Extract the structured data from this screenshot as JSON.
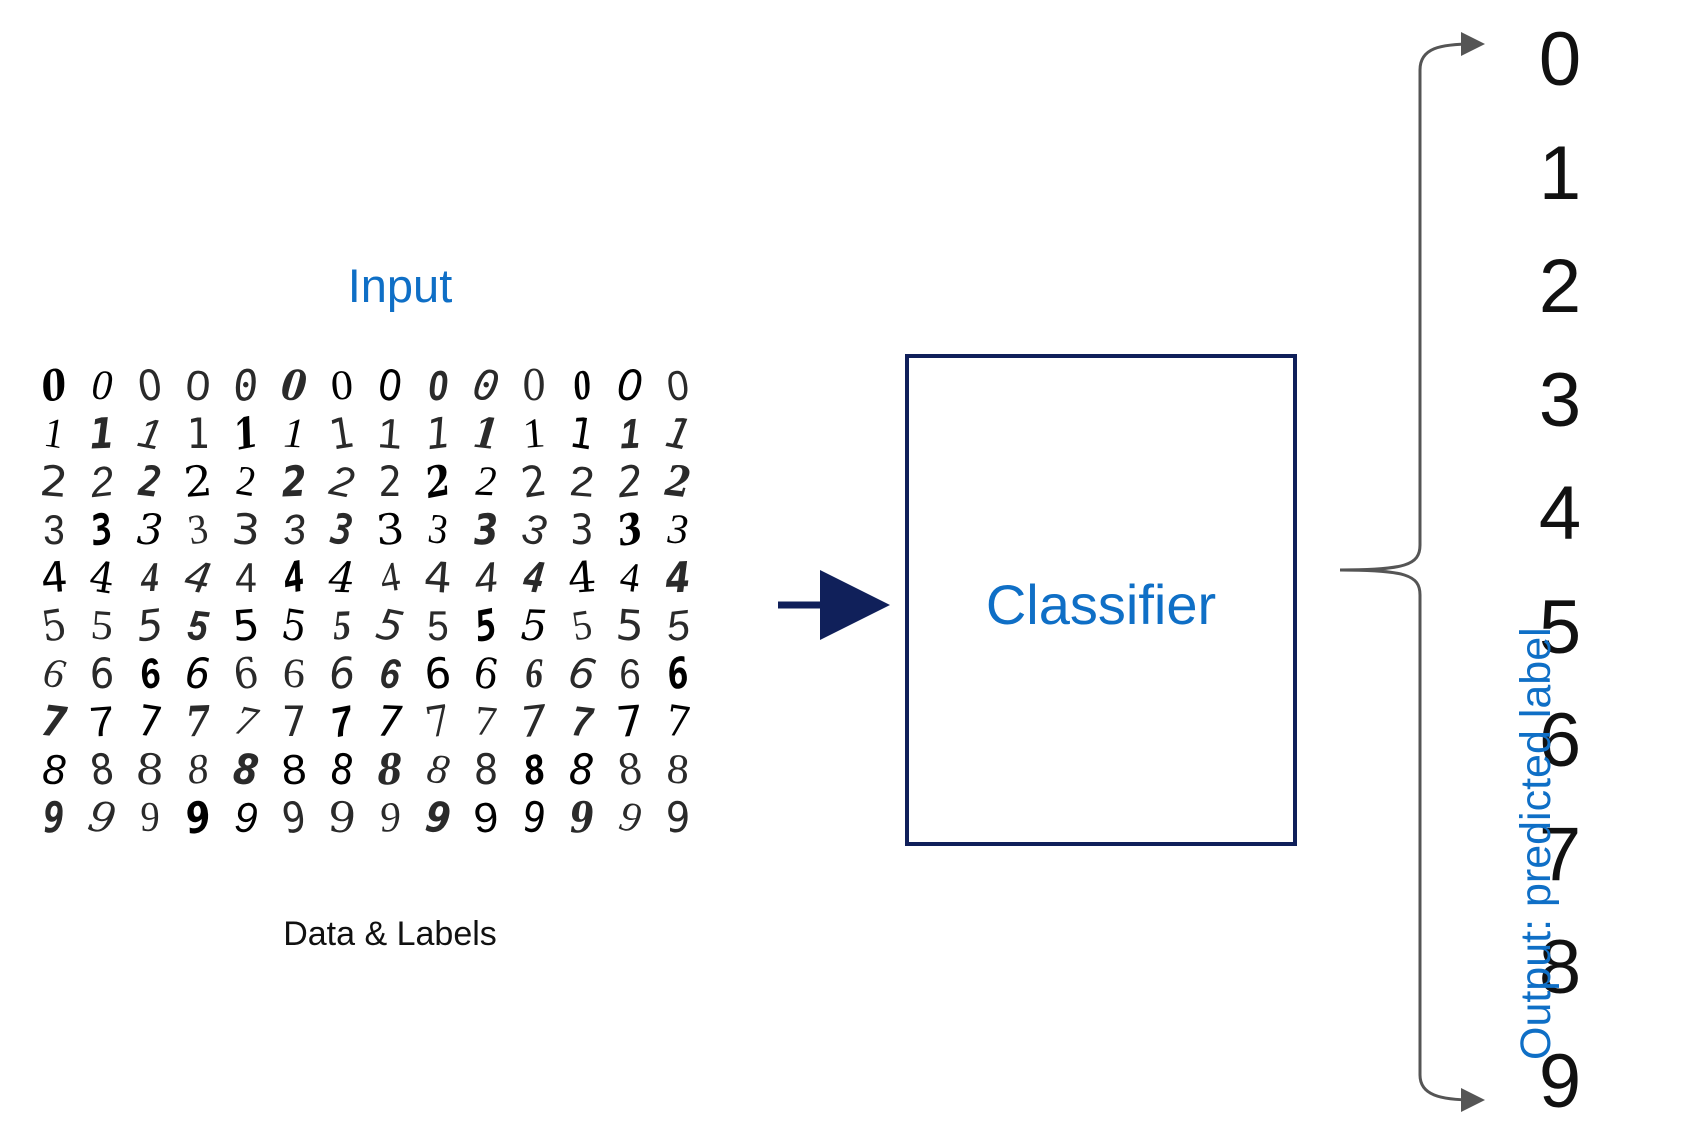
{
  "input_title": "Input",
  "caption": "Data & Labels",
  "classifier_label": "Classifier",
  "output_label": "Output: predicted label",
  "class_labels": [
    "0",
    "1",
    "2",
    "3",
    "4",
    "5",
    "6",
    "7",
    "8",
    "9"
  ],
  "colors": {
    "accent_blue": "#0f6fc6",
    "box_border": "#10205a",
    "arrow": "#10205a",
    "brace": "#555555",
    "text": "#111111"
  },
  "digit_grid": {
    "rows": [
      "0",
      "1",
      "2",
      "3",
      "4",
      "5",
      "6",
      "7",
      "8",
      "9"
    ],
    "samples_per_row": 14
  }
}
